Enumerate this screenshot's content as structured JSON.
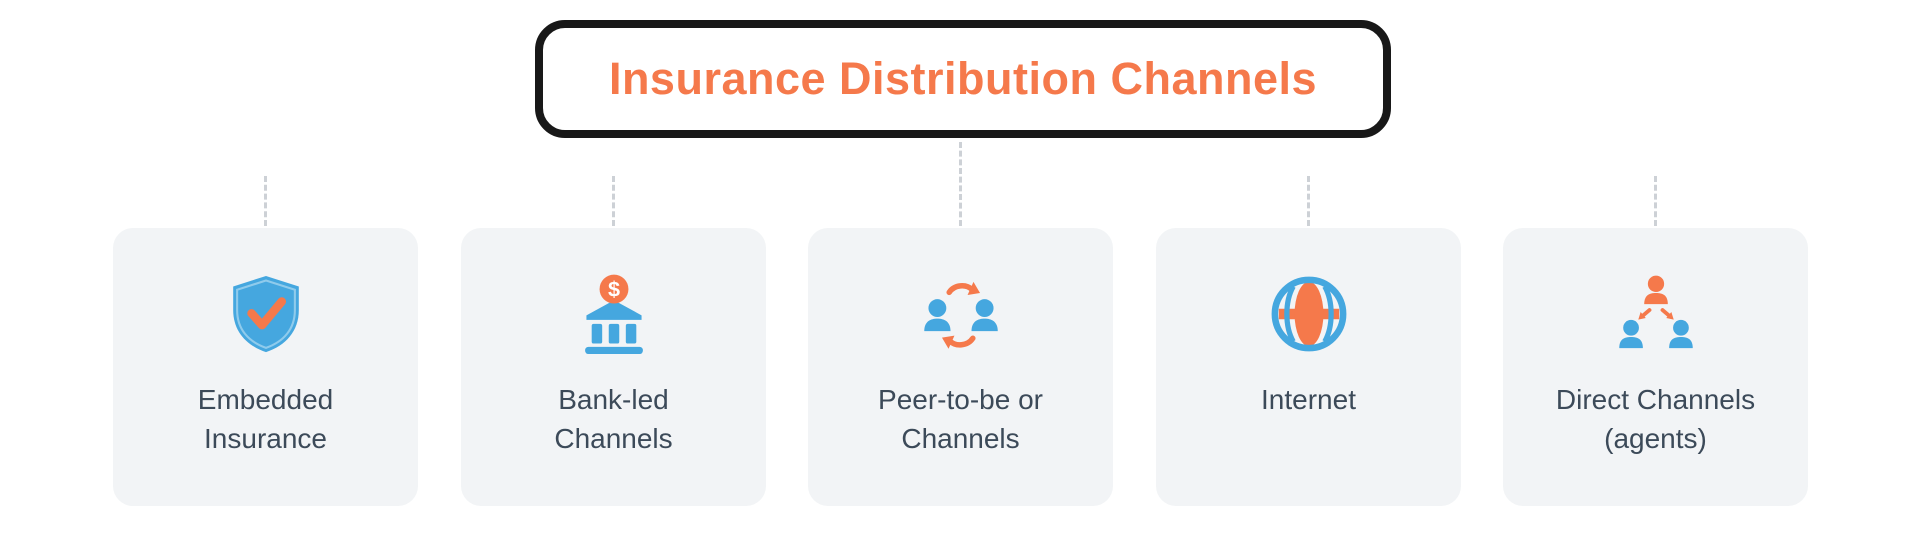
{
  "title": {
    "text": "Insurance Distribution Channels",
    "text_color": "#F5794B",
    "border_color": "#181818"
  },
  "colors": {
    "accent_blue": "#45A7DF",
    "accent_orange": "#F5794B",
    "card_background": "#F2F4F6",
    "label_text": "#3C4A59",
    "connector_gray": "#CDD1D6"
  },
  "cards": [
    {
      "name": "embedded-insurance",
      "icon": "shield-check-icon",
      "lines": [
        "Embedded",
        "Insurance"
      ]
    },
    {
      "name": "bank-led-channels",
      "icon": "bank-dollar-icon",
      "lines": [
        "Bank-led",
        "Channels"
      ]
    },
    {
      "name": "peer-to-peer-channels",
      "icon": "people-exchange-icon",
      "lines": [
        "Peer-to-be or",
        "Channels"
      ]
    },
    {
      "name": "internet",
      "icon": "globe-icon",
      "lines": [
        "Internet"
      ]
    },
    {
      "name": "direct-channels-agents",
      "icon": "agents-network-icon",
      "lines": [
        "Direct Channels",
        "(agents)"
      ]
    }
  ]
}
